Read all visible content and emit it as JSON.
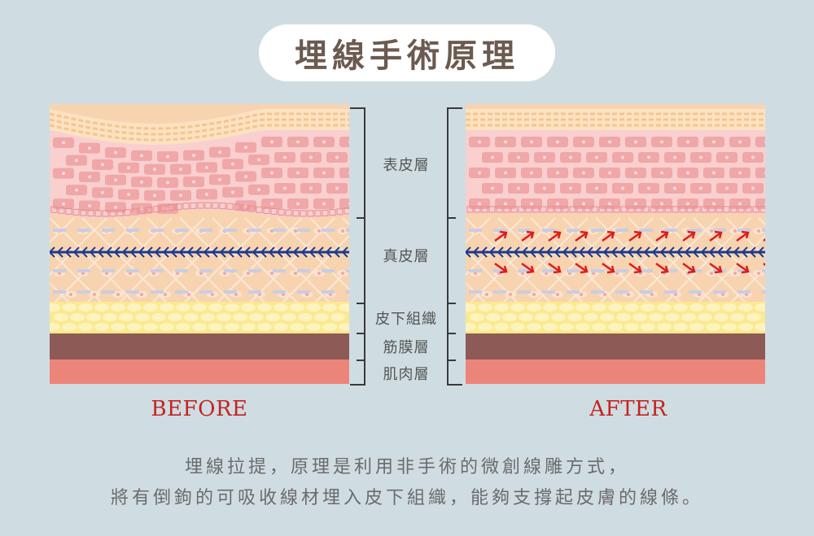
{
  "title": "埋線手術原理",
  "layers": {
    "epidermis": "表皮層",
    "dermis": "真皮層",
    "subcutaneous": "皮下組織",
    "fascia": "筋膜層",
    "muscle": "肌肉層"
  },
  "before_label": "BEFORE",
  "after_label": "AFTER",
  "description": {
    "line1": "埋線拉提，原理是利用非手術的微創線雕方式，",
    "line2": "將有倒鉤的可吸收線材埋入皮下組織，能夠支撐起皮膚的線條。"
  },
  "colors": {
    "background": "#cfdde2",
    "title_text": "#6b5a4f",
    "before_after_text": "#c5231f",
    "thread": "#1f3a8a",
    "lift_arrow": "#e01b1b",
    "epidermis_top": "#f5c58f",
    "epidermis_cells": "#f0a7a7",
    "dermis": "#f7d3b0",
    "fat": "#fbe98f",
    "fascia": "#8d5a55",
    "muscle": "#ec8579"
  }
}
